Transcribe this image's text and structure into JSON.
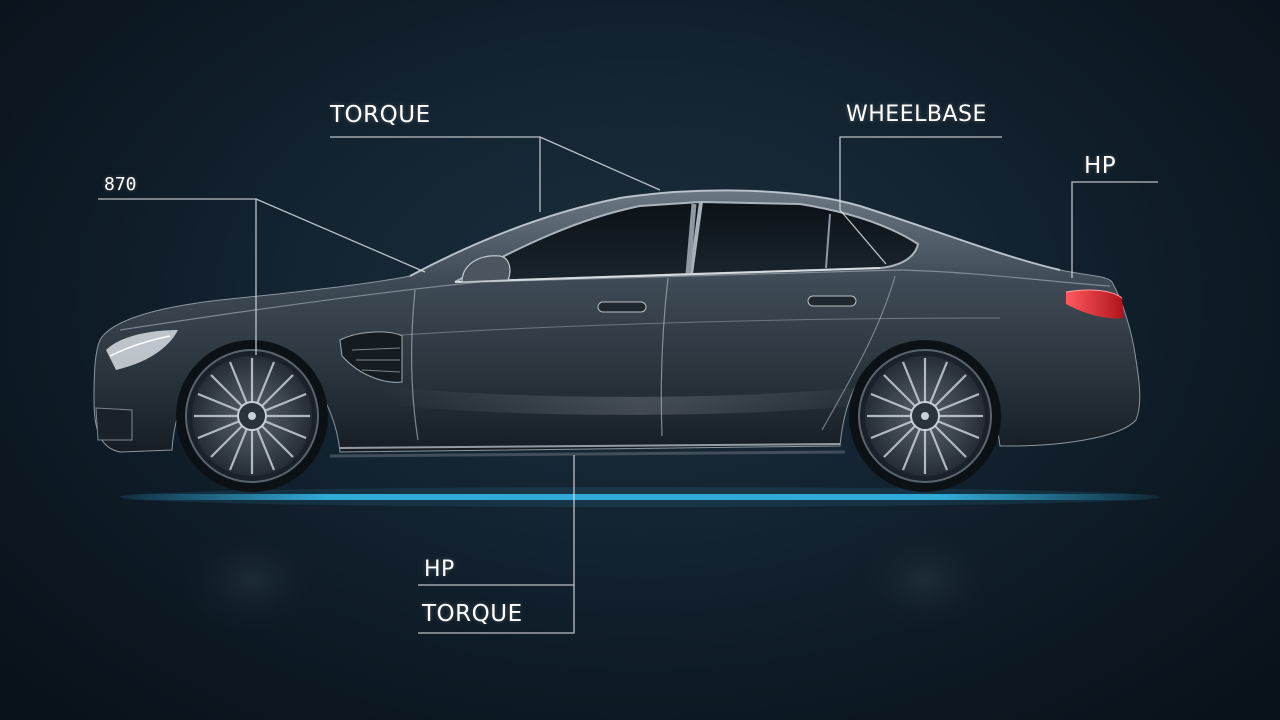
{
  "callouts": {
    "torque_top": "TORQUE",
    "value_870": "870",
    "wheelbase": "WHEELBASE",
    "hp_right": "HP",
    "hp_bottom": "HP",
    "torque_bottom": "TORQUE"
  },
  "colors": {
    "background": "#0b1620",
    "car_body": "#3b4650",
    "glow": "#35b8e8",
    "tail_light": "#e0202a",
    "callout_line": "#d8dde2"
  }
}
